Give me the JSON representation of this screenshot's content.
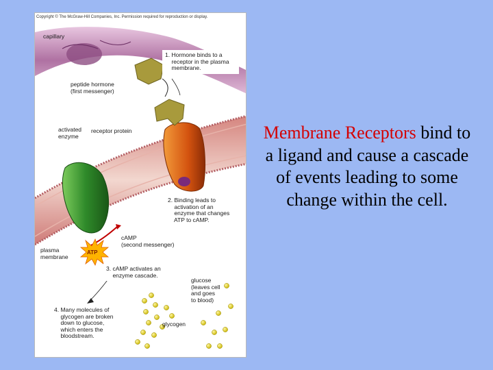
{
  "figure": {
    "copyright": "Copyright © The McGraw-Hill Companies, Inc. Permission required for reproduction or display.",
    "labels": {
      "capillary": "capillary",
      "peptide_hormone": "peptide hormone\n(first messenger)",
      "activated_enzyme": "activated\nenzyme",
      "receptor_protein": "receptor protein",
      "camp": "cAMP\n(second messenger)",
      "plasma_membrane": "plasma\nmembrane",
      "atp": "ATP",
      "glucose": "glucose\n(leaves cell\nand goes\nto blood)",
      "glycogen": "glycogen"
    },
    "steps": [
      "1. Hormone binds to a\n    receptor in the plasma\n    membrane.",
      "2. Binding leads to\n    activation of an\n    enzyme that changes\n    ATP to cAMP.",
      "3. cAMP activates an\n    enzyme cascade.",
      "4. Many molecules of\n    glycogen are broken\n    down to glucose,\n    which enters the\n    bloodstream."
    ]
  },
  "caption": {
    "term": "Membrane Receptors",
    "text": " bind to a ligand and cause a cascade of events leading to some change within the cell."
  },
  "colors": {
    "background": "#9cb8f3",
    "caption_term": "#d40000",
    "membrane": "#c9747c",
    "receptor": "#d85a10",
    "enzyme": "#2f8a2a",
    "hormone": "#a89a3c",
    "glucose": "#e8d820"
  }
}
